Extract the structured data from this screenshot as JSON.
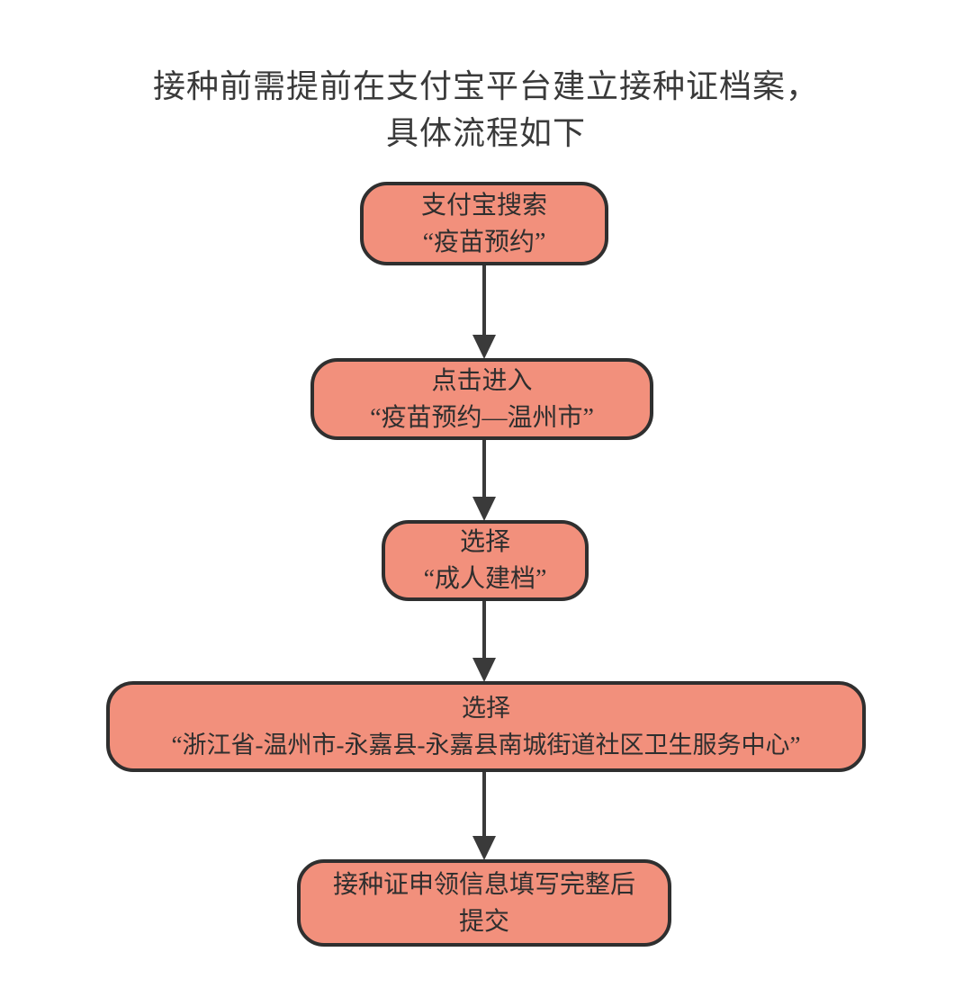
{
  "title": {
    "line1": "接种前需提前在支付宝平台建立接种证档案，",
    "line2": "具体流程如下"
  },
  "flowchart": {
    "type": "flowchart",
    "direction": "top-down",
    "nodes": [
      {
        "id": "step-1",
        "line1": "支付宝搜索",
        "line2": "“疫苗预约”"
      },
      {
        "id": "step-2",
        "line1": "点击进入",
        "line2": "“疫苗预约—温州市”"
      },
      {
        "id": "step-3",
        "line1": "选择",
        "line2": "“成人建档”"
      },
      {
        "id": "step-4",
        "line1": "选择",
        "line2": "“浙江省-温州市-永嘉县-永嘉县南城街道社区卫生服务中心”"
      },
      {
        "id": "step-5",
        "line1": "接种证申领信息填写完整后",
        "line2": "提交"
      }
    ],
    "edges": [
      {
        "from": "step-1",
        "to": "step-2",
        "arrow": "down"
      },
      {
        "from": "step-2",
        "to": "step-3",
        "arrow": "down"
      },
      {
        "from": "step-3",
        "to": "step-4",
        "arrow": "down"
      },
      {
        "from": "step-4",
        "to": "step-5",
        "arrow": "down"
      }
    ],
    "colors": {
      "node_fill": "#F2907C",
      "node_border": "#2F2F2F",
      "node_text": "#2E2E2E",
      "arrow": "#3A3A3A",
      "title_text": "#3A3A3A",
      "background": "#FFFFFF"
    }
  }
}
